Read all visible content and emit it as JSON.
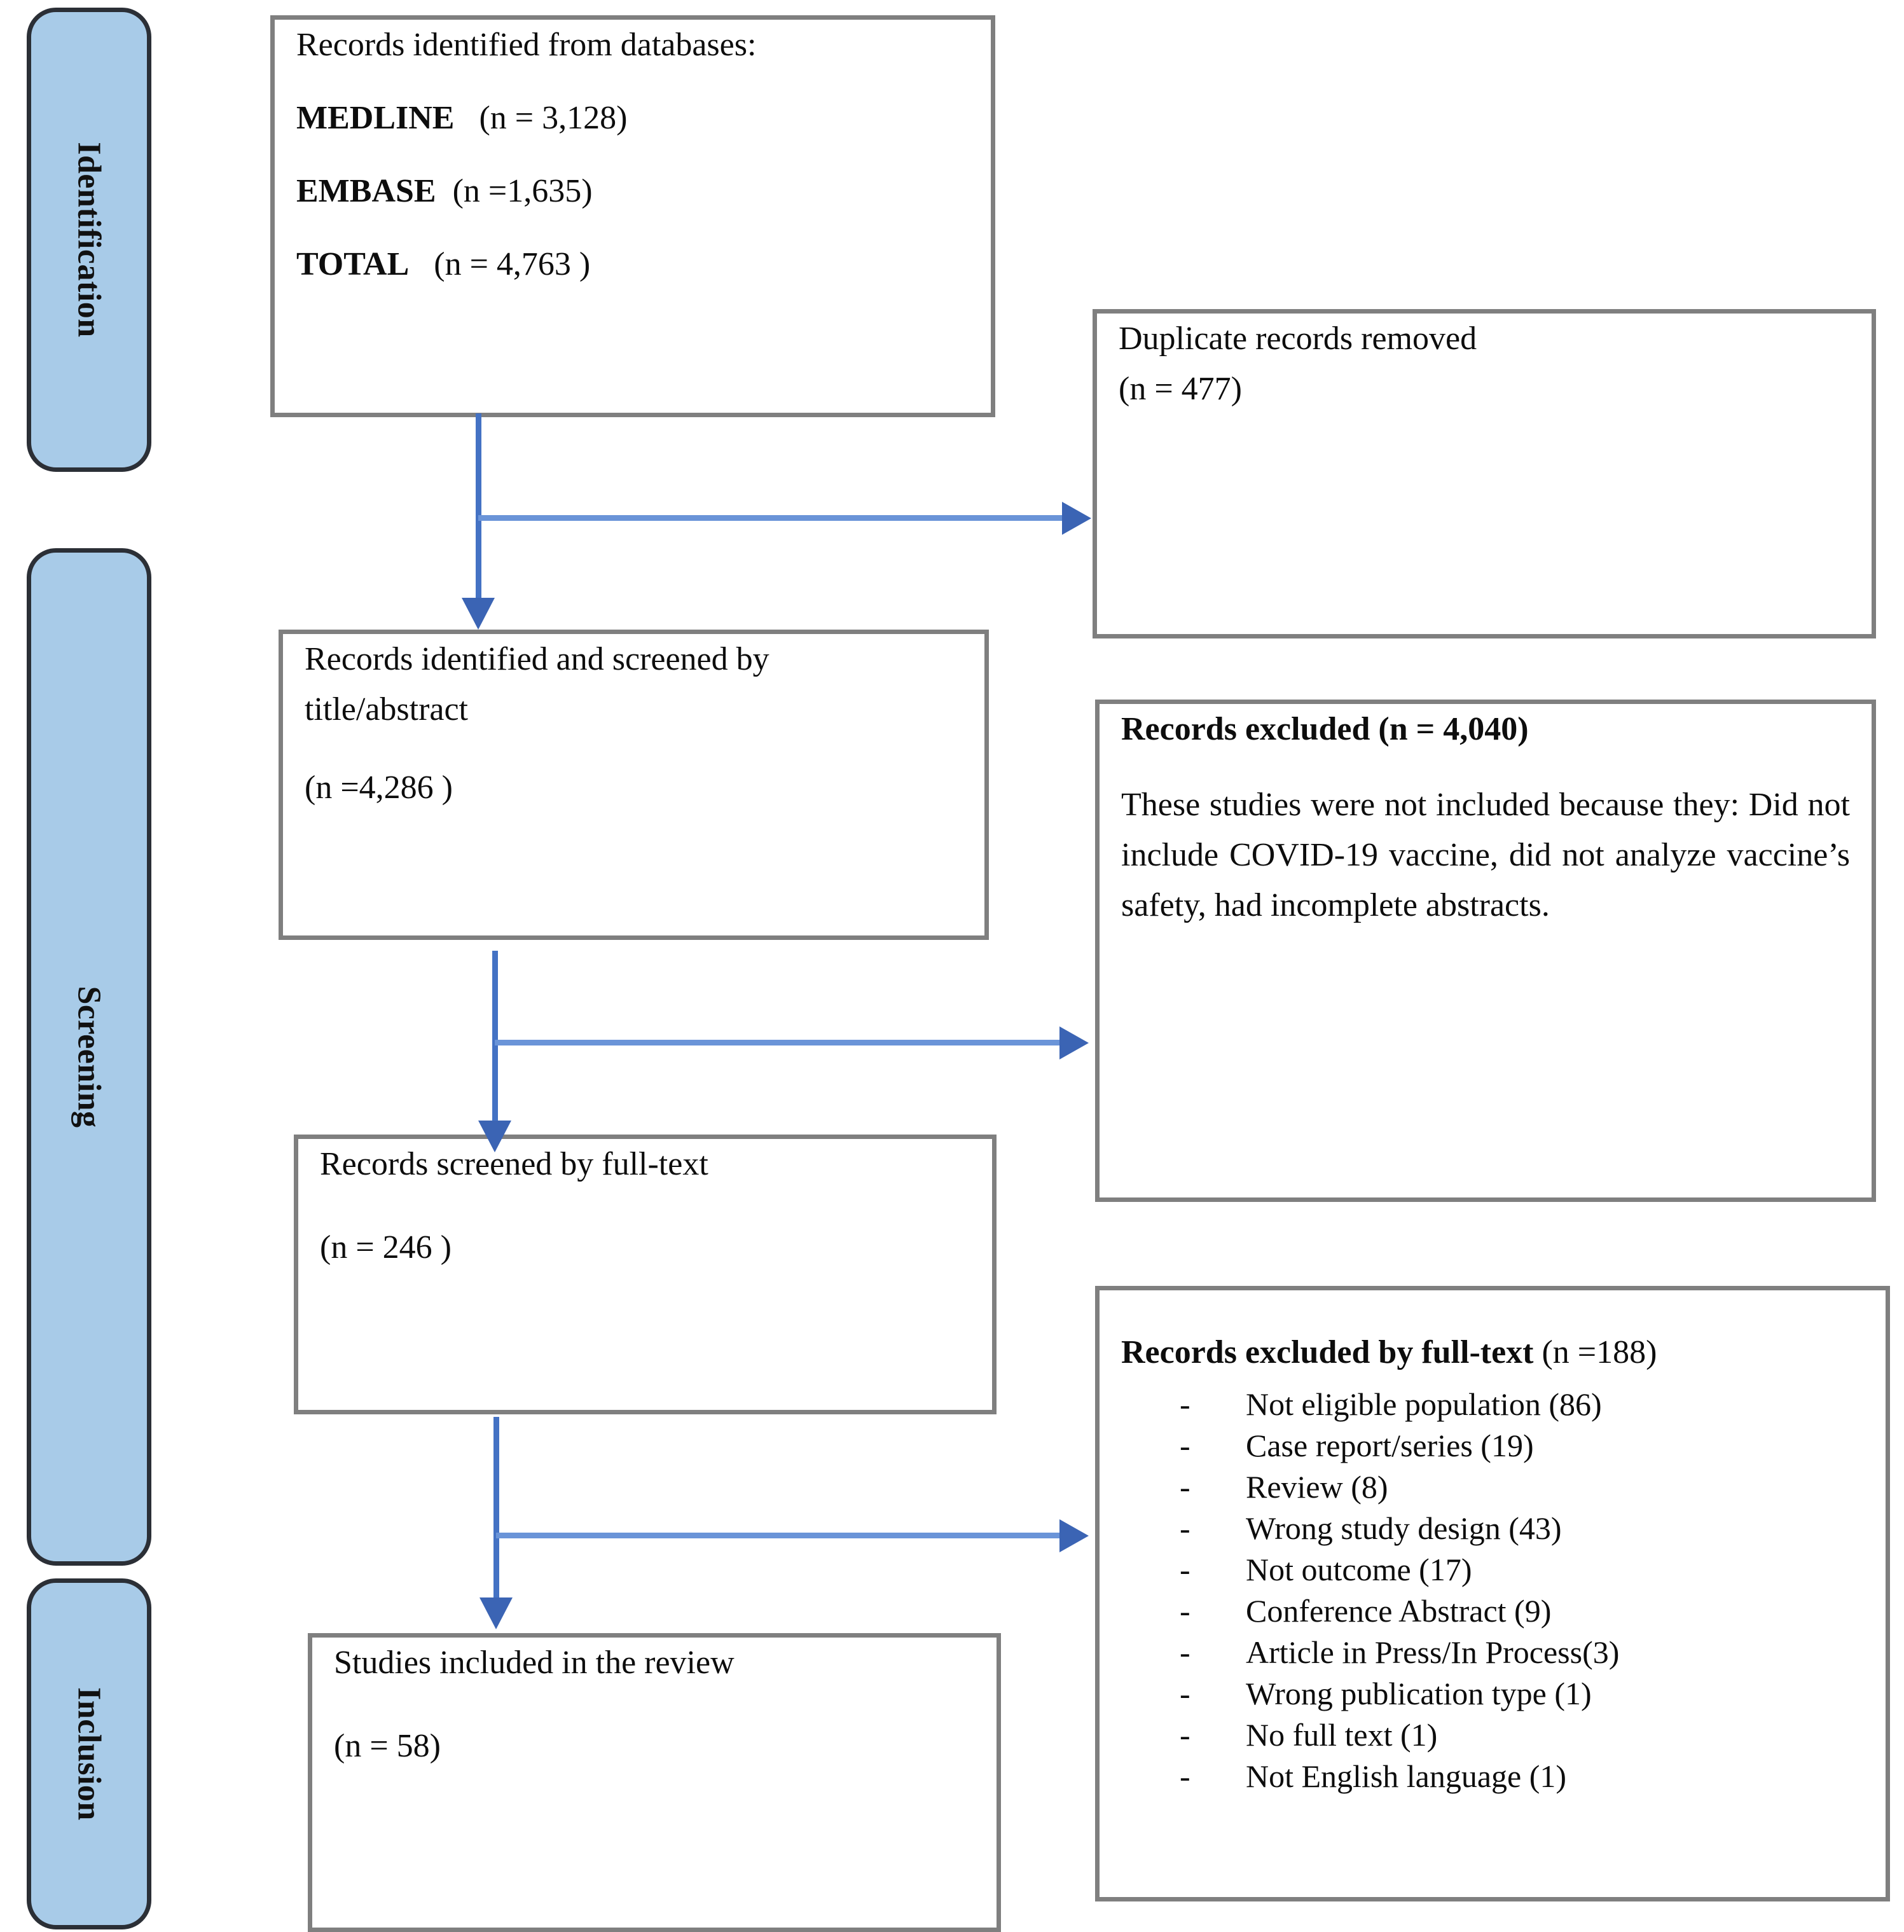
{
  "colors": {
    "stage_fill": "#a8cbe8",
    "stage_border": "#2b2f36",
    "box_border": "#7f7f7f",
    "arrow": "#4472c4",
    "text": "#0d0d0d"
  },
  "stages": [
    {
      "label": "Identification"
    },
    {
      "label": "Screening"
    },
    {
      "label": "Inclusion"
    }
  ],
  "boxes": {
    "identified": {
      "title": "Records identified from databases:",
      "lines": [
        {
          "label": "MEDLINE",
          "value": "(n = 3,128)"
        },
        {
          "label": "EMBASE",
          "value": "(n =1,635)"
        },
        {
          "label": "TOTAL",
          "value": "(n = 4,763 )"
        }
      ]
    },
    "duplicates": {
      "line1": "Duplicate records removed",
      "line2": "(n = 477)"
    },
    "screened_title_abstract": {
      "line1": "Records identified and screened by",
      "line2": "title/abstract",
      "line3": "(n =4,286 )"
    },
    "excluded_title_abstract": {
      "heading": "Records excluded (n = 4,040)",
      "body": "These studies were not included because they: Did not include COVID-19 vaccine, did not analyze vaccine’s safety, had incomplete abstracts."
    },
    "screened_fulltext": {
      "line1": "Records screened by full-text",
      "line2": "(n = 246 )"
    },
    "excluded_fulltext": {
      "heading_bold": "Records excluded by full-text",
      "heading_rest": " (n =188)",
      "reasons": [
        "Not eligible population (86)",
        "Case report/series (19)",
        "Review (8)",
        "Wrong study design (43)",
        "Not outcome (17)",
        "Conference Abstract (9)",
        "Article in Press/In Process(3)",
        "Wrong publication type (1)",
        "No full text (1)",
        "Not English language (1)"
      ],
      "bullet_glyph": "-"
    },
    "included": {
      "line1": "Studies included in the review",
      "line2": "(n = 58)"
    }
  }
}
